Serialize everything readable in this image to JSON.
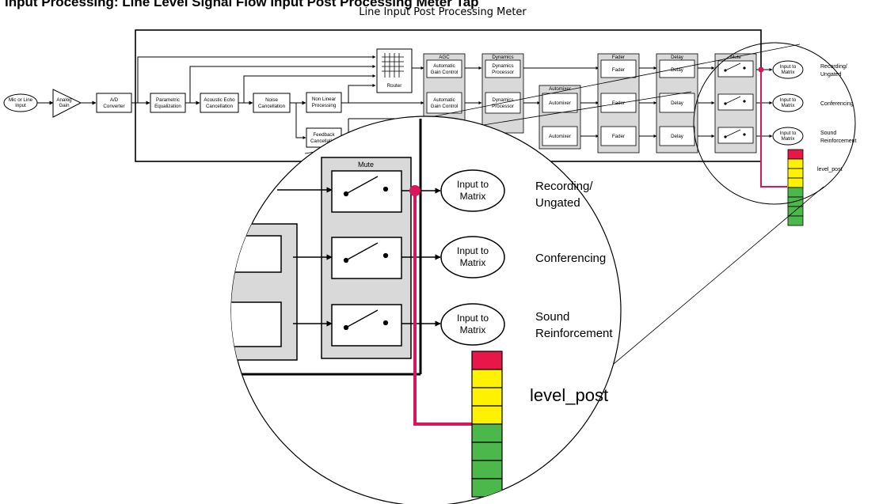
{
  "header": {
    "title": "Input Processing: Line Level Signal Flow Input Post Processing Meter Tap",
    "subtitle": "Line  Input Post Processing Meter"
  },
  "chain": {
    "mic_input": [
      "Mic or Line",
      "Input"
    ],
    "analog_gain": [
      "Analog",
      "Gain"
    ],
    "ad": [
      "A/D",
      "Converter"
    ],
    "peq": [
      "Parametric",
      "Equalization"
    ],
    "aec": [
      "Acoustic Echo",
      "Cancellation"
    ],
    "nc": [
      "Noise",
      "Cancellation"
    ],
    "nlp": [
      "Non Linear",
      "Processing"
    ],
    "fbc": [
      "Feedback",
      "Cancellation"
    ],
    "router": "Router"
  },
  "groups": {
    "agc": {
      "label": "AGC",
      "blocks": [
        [
          "Automatic",
          "Gain Control"
        ],
        [
          "Automatic",
          "Gain Control"
        ]
      ]
    },
    "dynamics": {
      "label": "Dynamics",
      "blocks": [
        [
          "Dynamics",
          "Processor"
        ],
        [
          "Dynamics",
          "Processor"
        ]
      ]
    },
    "automixer": {
      "label": "Automixer",
      "blocks": [
        "Automixer",
        "Automixer"
      ]
    },
    "fader": {
      "label": "Fader",
      "blocks": [
        "Fader",
        "Fader",
        "Fader"
      ]
    },
    "delay": {
      "label": "Delay",
      "blocks": [
        "Delay",
        "Delay",
        "Delay"
      ]
    },
    "mute": {
      "label": "Mute"
    }
  },
  "outputs": {
    "matrix_label": [
      "Input to",
      "Matrix"
    ],
    "rows": [
      [
        "Recording/",
        "Ungated"
      ],
      [
        "Conferencing"
      ],
      [
        "Sound",
        "Reinforcement"
      ]
    ]
  },
  "meter": {
    "label": "level_post",
    "segments": [
      "red",
      "yellow",
      "yellow",
      "yellow",
      "green",
      "green",
      "green",
      "green"
    ],
    "colors": {
      "red": "#e8174a",
      "yellow": "#fff200",
      "green": "#4cb84c",
      "tap": "#d6185a"
    }
  }
}
